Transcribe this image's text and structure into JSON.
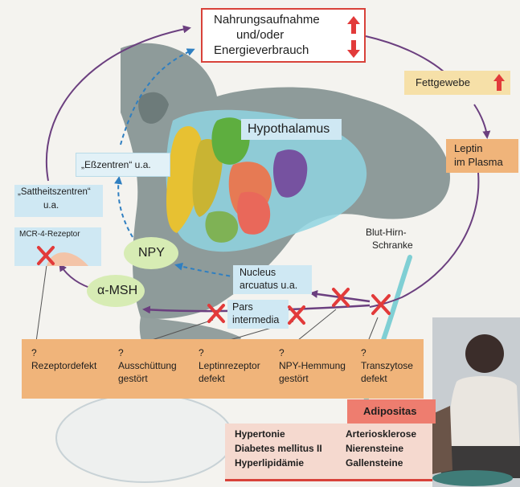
{
  "top_box": {
    "line1": "Nahrungsaufnahme",
    "line2": "und/oder",
    "line3": "Energieverbrauch"
  },
  "fettgewebe": "Fettgewebe",
  "leptin": {
    "line1": "Leptin",
    "line2": "im Plasma"
  },
  "hypothalamus": "Hypothalamus",
  "esszentren": "„Eßzentren“ u.a.",
  "sattheitszentren": {
    "line1": "„Sattheitszentren“",
    "line2": "u.a."
  },
  "mcr4": "MCR-4-Rezeptor",
  "npy": "NPY",
  "msh": "α-MSH",
  "nucleus": {
    "line1": "Nucleus",
    "line2": "arcuatus u.a."
  },
  "pars": {
    "line1": "Pars",
    "line2": "intermedia"
  },
  "blut_hirn": {
    "line1": "Blut-Hirn-",
    "line2": "Schranke"
  },
  "defects": [
    {
      "q": "?",
      "line1": "Rezeptordefekt",
      "line2": ""
    },
    {
      "q": "?",
      "line1": "Ausschüttung",
      "line2": "gestört"
    },
    {
      "q": "?",
      "line1": "Leptinrezeptor",
      "line2": "defekt"
    },
    {
      "q": "?",
      "line1": "NPY-Hemmung",
      "line2": "gestört"
    },
    {
      "q": "?",
      "line1": "Transzytose",
      "line2": "defekt"
    }
  ],
  "adipositas": "Adipositas",
  "consequences": {
    "left": [
      "Hypertonie",
      "Diabetes mellitus II",
      "Hyperlipidämie"
    ],
    "right": [
      "Arteriosklerose",
      "Nierensteine",
      "Gallensteine"
    ]
  },
  "colors": {
    "arrow_purple": "#6b3f7f",
    "arrow_blue": "#2f7fc1",
    "cross_red": "#e23a3a",
    "orange_box": "#f0b47a",
    "light_blue_box": "#cfe8f3",
    "npy_green": "#d7ecb4",
    "red_box_border": "#d8423a"
  }
}
